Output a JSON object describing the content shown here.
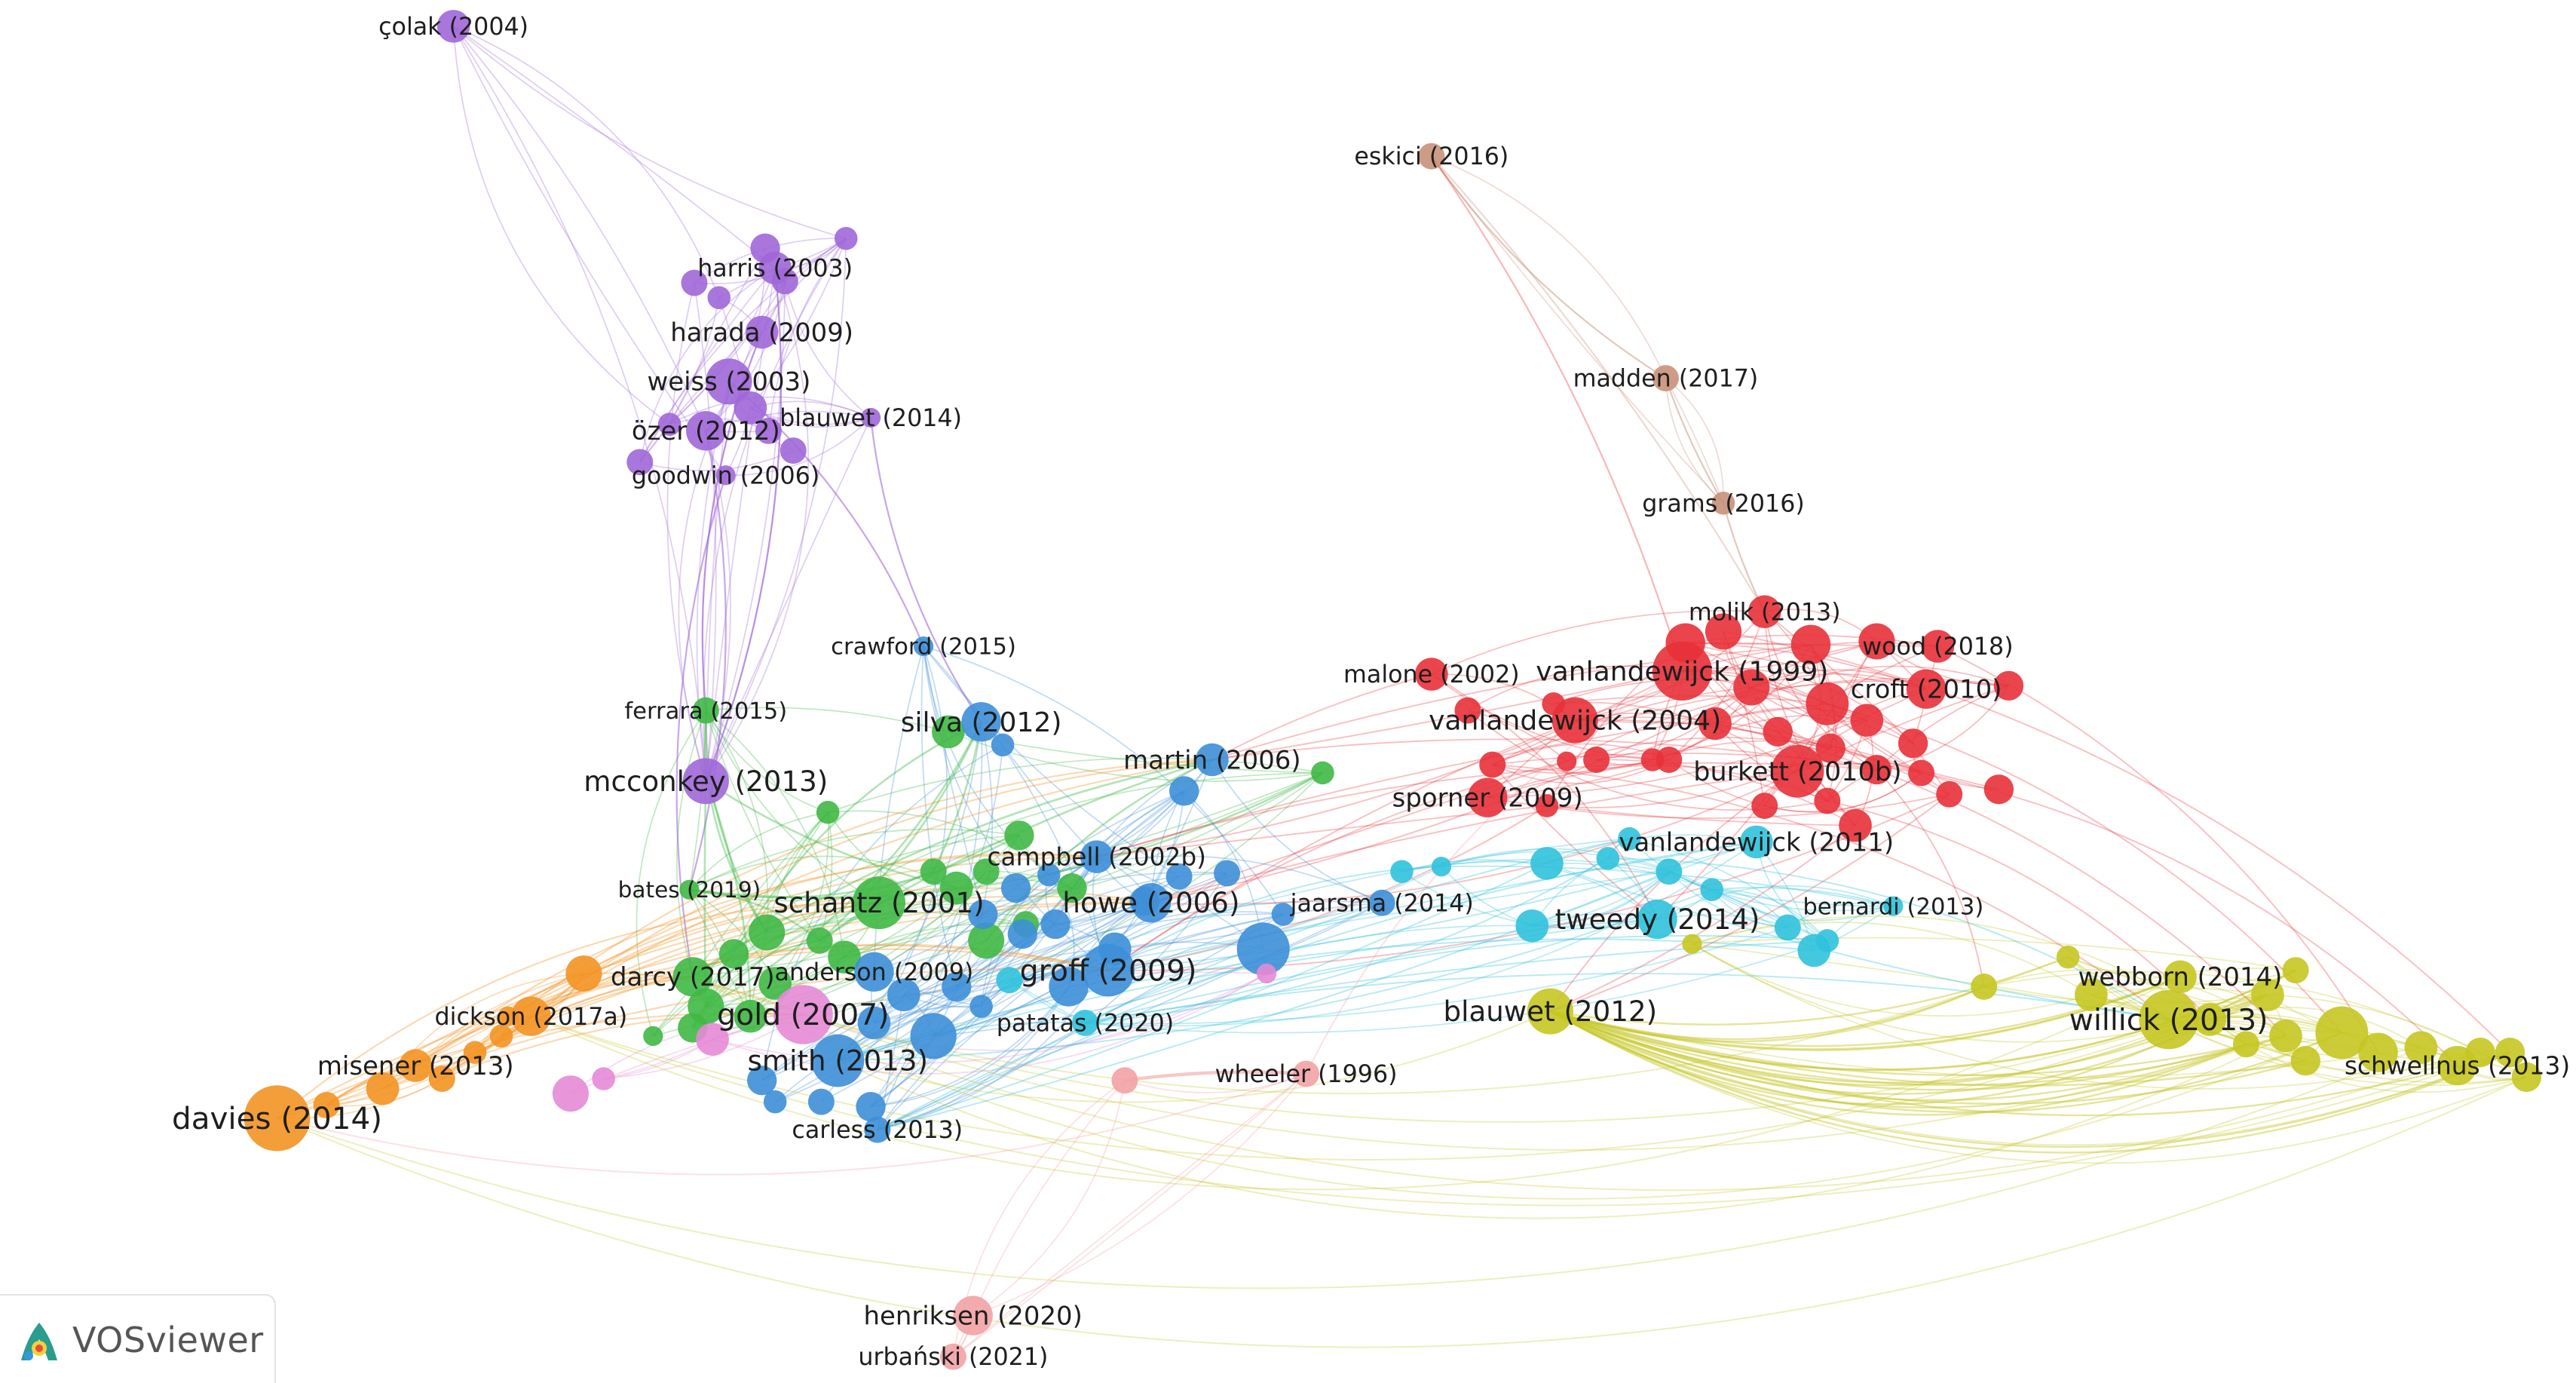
{
  "app": {
    "name": "VOSviewer"
  },
  "cluster_colors": {
    "red": "#e8313a",
    "green": "#3fb845",
    "blue": "#3d8fd8",
    "yellow": "#c5c621",
    "purple": "#a067d8",
    "cyan": "#30c2dd",
    "orange": "#f39323",
    "brown": "#c8917a",
    "pink": "#f2a2a5",
    "magenta": "#e58ad6"
  },
  "labels": [
    {
      "text": "çolak (2004)",
      "cluster": "purple"
    },
    {
      "text": "eskici (2016)",
      "cluster": "brown"
    },
    {
      "text": "harris (2003)",
      "cluster": "purple"
    },
    {
      "text": "harada (2009)",
      "cluster": "purple"
    },
    {
      "text": "weiss (2003)",
      "cluster": "purple"
    },
    {
      "text": "blauwet (2014)",
      "cluster": "purple"
    },
    {
      "text": "özer (2012)",
      "cluster": "purple"
    },
    {
      "text": "goodwin (2006)",
      "cluster": "purple"
    },
    {
      "text": "madden (2017)",
      "cluster": "brown"
    },
    {
      "text": "grams (2016)",
      "cluster": "brown"
    },
    {
      "text": "molik (2013)",
      "cluster": "red"
    },
    {
      "text": "wood (2018)",
      "cluster": "red"
    },
    {
      "text": "malone (2002)",
      "cluster": "red"
    },
    {
      "text": "vanlandewijck (1999)",
      "cluster": "red"
    },
    {
      "text": "croft (2010)",
      "cluster": "red"
    },
    {
      "text": "vanlandewijck (2004)",
      "cluster": "red"
    },
    {
      "text": "burkett (2010b)",
      "cluster": "red"
    },
    {
      "text": "sporner (2009)",
      "cluster": "red"
    },
    {
      "text": "crawford (2015)",
      "cluster": "blue"
    },
    {
      "text": "ferrara (2015)",
      "cluster": "green"
    },
    {
      "text": "silva (2012)",
      "cluster": "blue"
    },
    {
      "text": "mcconkey (2013)",
      "cluster": "purple"
    },
    {
      "text": "martin (2006)",
      "cluster": "blue"
    },
    {
      "text": "vanlandewijck (2011)",
      "cluster": "cyan"
    },
    {
      "text": "campbell (2002b)",
      "cluster": "blue"
    },
    {
      "text": "bates (2019)",
      "cluster": "green"
    },
    {
      "text": "schantz (2001)",
      "cluster": "green"
    },
    {
      "text": "howe (2006)",
      "cluster": "blue"
    },
    {
      "text": "jaarsma (2014)",
      "cluster": "blue"
    },
    {
      "text": "tweedy (2014)",
      "cluster": "cyan"
    },
    {
      "text": "bernardi (2013)",
      "cluster": "cyan"
    },
    {
      "text": "darcy (2017)",
      "cluster": "green"
    },
    {
      "text": "anderson (2009)",
      "cluster": "blue"
    },
    {
      "text": "groff (2009)",
      "cluster": "blue"
    },
    {
      "text": "webborn (2014)",
      "cluster": "yellow"
    },
    {
      "text": "dickson (2017a)",
      "cluster": "orange"
    },
    {
      "text": "gold (2007)",
      "cluster": "magenta"
    },
    {
      "text": "patatas (2020)",
      "cluster": "cyan"
    },
    {
      "text": "blauwet (2012)",
      "cluster": "yellow"
    },
    {
      "text": "willick (2013)",
      "cluster": "yellow"
    },
    {
      "text": "misener (2013)",
      "cluster": "orange"
    },
    {
      "text": "smith (2013)",
      "cluster": "blue"
    },
    {
      "text": "schwellnus (2013)",
      "cluster": "yellow"
    },
    {
      "text": "wheeler (1996)",
      "cluster": "pink"
    },
    {
      "text": "davies (2014)",
      "cluster": "orange"
    },
    {
      "text": "carless (2013)",
      "cluster": "blue"
    },
    {
      "text": "henriksen (2020)",
      "cluster": "pink"
    },
    {
      "text": "urbański (2021)",
      "cluster": "pink"
    }
  ]
}
